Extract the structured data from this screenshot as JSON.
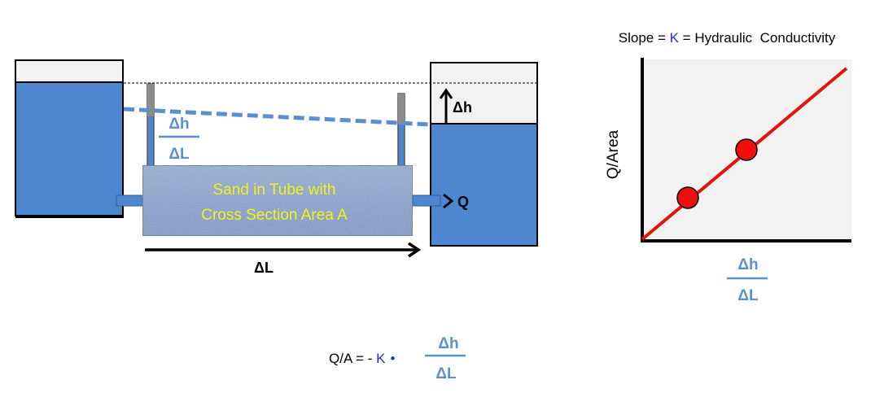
{
  "apparatus": {
    "sand_label_line1": "Sand in  Tube with",
    "sand_label_line2": "Cross Section Area A",
    "gradient_numerator": "Δh",
    "gradient_denominator": "ΔL",
    "head_difference_label": "Δh",
    "flow_label": "Q",
    "length_label": "ΔL"
  },
  "graph": {
    "title_prefix": "Slope = ",
    "title_k": "K",
    "title_suffix": " = Hydraulic  Conductivity",
    "ylabel": "Q/Area",
    "xlabel_numerator": "Δh",
    "xlabel_denominator": "ΔL"
  },
  "formula": {
    "lhs": "Q/A = - ",
    "k": "K",
    "dot": "•",
    "numerator": "Δh",
    "denominator": "ΔL"
  },
  "colors": {
    "water": "#4f86d0",
    "accent_blue": "#5b8fd3",
    "k_blue": "#1f2fd6",
    "line_red": "#e8120c",
    "sand_label": "#f2f21a"
  }
}
